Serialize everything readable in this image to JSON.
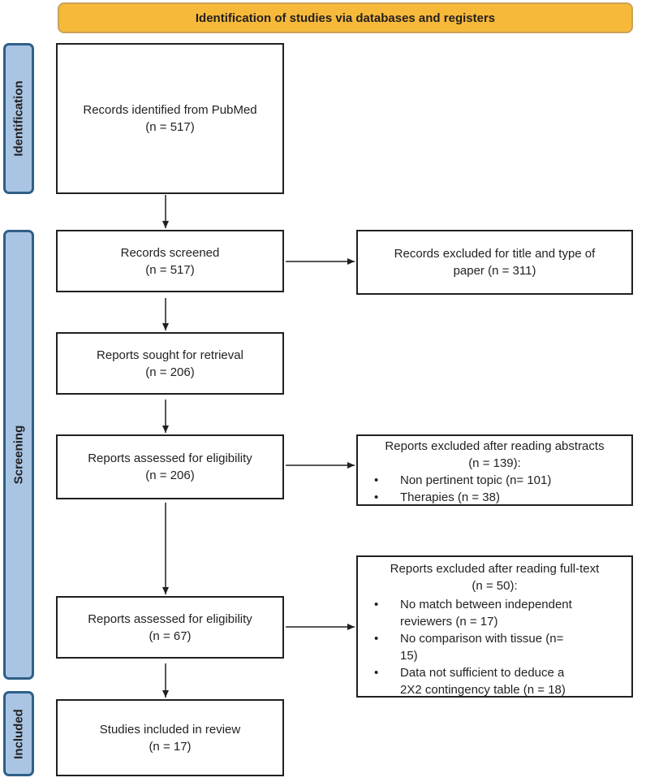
{
  "header": {
    "title": "Identification of studies via databases and registers"
  },
  "stages": {
    "identification": "Identification",
    "screening": "Screening",
    "included": "Included"
  },
  "boxes": {
    "identified": {
      "line1": "Records identified from PubMed",
      "line2": "(n = 517)"
    },
    "screened": {
      "line1": "Records screened",
      "line2": "(n = 517)"
    },
    "excluded_title": {
      "line1": "Records excluded for title and type of",
      "line2": "paper (n = 311)"
    },
    "sought": {
      "line1": "Reports sought for retrieval",
      "line2": "(n = 206)"
    },
    "assessed1": {
      "line1": "Reports assessed for eligibility",
      "line2": "(n = 206)"
    },
    "excluded_abstracts": {
      "line1": "Reports excluded after reading abstracts",
      "line2": "(n = 139):",
      "items": [
        "Non pertinent topic (n= 101)",
        "Therapies (n = 38)"
      ]
    },
    "assessed2": {
      "line1": "Reports assessed for eligibility",
      "line2": "(n = 67)"
    },
    "excluded_fulltext": {
      "line1": "Reports excluded after reading full-text",
      "line2": "(n = 50):",
      "items": [
        "No match between independent reviewers (n = 17)",
        "No comparison with tissue (n= 15)",
        "Data not sufficient to deduce a 2X2 contingency table (n = 18)"
      ]
    },
    "included": {
      "line1": "Studies included in review",
      "line2": "(n = 17)"
    }
  }
}
